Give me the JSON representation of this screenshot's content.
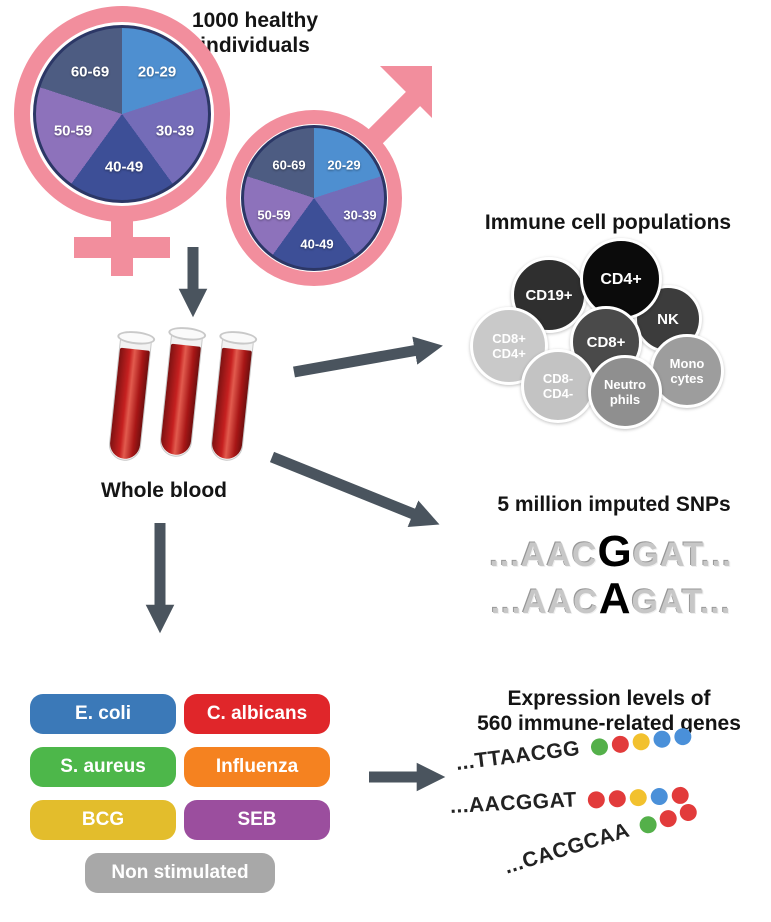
{
  "header": {
    "title": "1000 healthy\nindividuals"
  },
  "demographics": {
    "symbol_color": "#f28e9d",
    "age_groups": [
      {
        "label": "20-29",
        "color": "#4e8fd0"
      },
      {
        "label": "30-39",
        "color": "#746cb8"
      },
      {
        "label": "40-49",
        "color": "#3d4f97"
      },
      {
        "label": "50-59",
        "color": "#8d72bb"
      },
      {
        "label": "60-69",
        "color": "#4d5c82"
      }
    ]
  },
  "blood": {
    "label": "Whole blood"
  },
  "immune_cells": {
    "heading": "Immune cell populations",
    "cells": [
      {
        "label": "CD19+",
        "color": "#2f2f2f"
      },
      {
        "label": "NK",
        "color": "#3c3c3c"
      },
      {
        "label": "CD4+",
        "color": "#0b0b0b"
      },
      {
        "label": "CD8+\nCD4+",
        "color": "#c9c9c9"
      },
      {
        "label": "CD8+",
        "color": "#4a4a4a"
      },
      {
        "label": "Mono\ncytes",
        "color": "#9d9d9d"
      },
      {
        "label": "CD8-\nCD4-",
        "color": "#c3c3c3"
      },
      {
        "label": "Neutro\nphils",
        "color": "#8f8f8f"
      }
    ]
  },
  "snps": {
    "heading": "5 million imputed SNPs",
    "sequences": [
      {
        "prefix": "...AAC",
        "emphasis": "G",
        "suffix": "GAT..."
      },
      {
        "prefix": "...AAC",
        "emphasis": "A",
        "suffix": "GAT..."
      }
    ]
  },
  "stimuli": {
    "items": [
      {
        "label": "E. coli",
        "color": "#3b79b8"
      },
      {
        "label": "C. albicans",
        "color": "#e0262a"
      },
      {
        "label": "S. aureus",
        "color": "#4db74a"
      },
      {
        "label": "Influenza",
        "color": "#f58220"
      },
      {
        "label": "BCG",
        "color": "#e3bd2c"
      },
      {
        "label": "SEB",
        "color": "#9b4e9e"
      },
      {
        "label": "Non stimulated",
        "color": "#a8a8a8"
      }
    ]
  },
  "expression": {
    "heading": "Expression levels of\n560 immune-related genes",
    "sequences": [
      {
        "text": "...TTAACGG",
        "dots": [
          {
            "name": "green",
            "hex": "#54b04a"
          },
          {
            "name": "red",
            "hex": "#e23b3b"
          },
          {
            "name": "yellow",
            "hex": "#f2c12e"
          },
          {
            "name": "blue",
            "hex": "#4a90d9"
          },
          {
            "name": "blue",
            "hex": "#4a90d9"
          }
        ]
      },
      {
        "text": "...AACGGAT",
        "dots": [
          {
            "name": "red",
            "hex": "#e23b3b"
          },
          {
            "name": "red",
            "hex": "#e23b3b"
          },
          {
            "name": "yellow",
            "hex": "#f2c12e"
          },
          {
            "name": "blue",
            "hex": "#4a90d9"
          },
          {
            "name": "red",
            "hex": "#e23b3b"
          }
        ]
      },
      {
        "text": "...CACGCAA",
        "dots": [
          {
            "name": "green",
            "hex": "#54b04a"
          },
          {
            "name": "red",
            "hex": "#e23b3b"
          },
          {
            "name": "red",
            "hex": "#e23b3b"
          }
        ]
      }
    ]
  },
  "arrow_color": "#4a545e"
}
